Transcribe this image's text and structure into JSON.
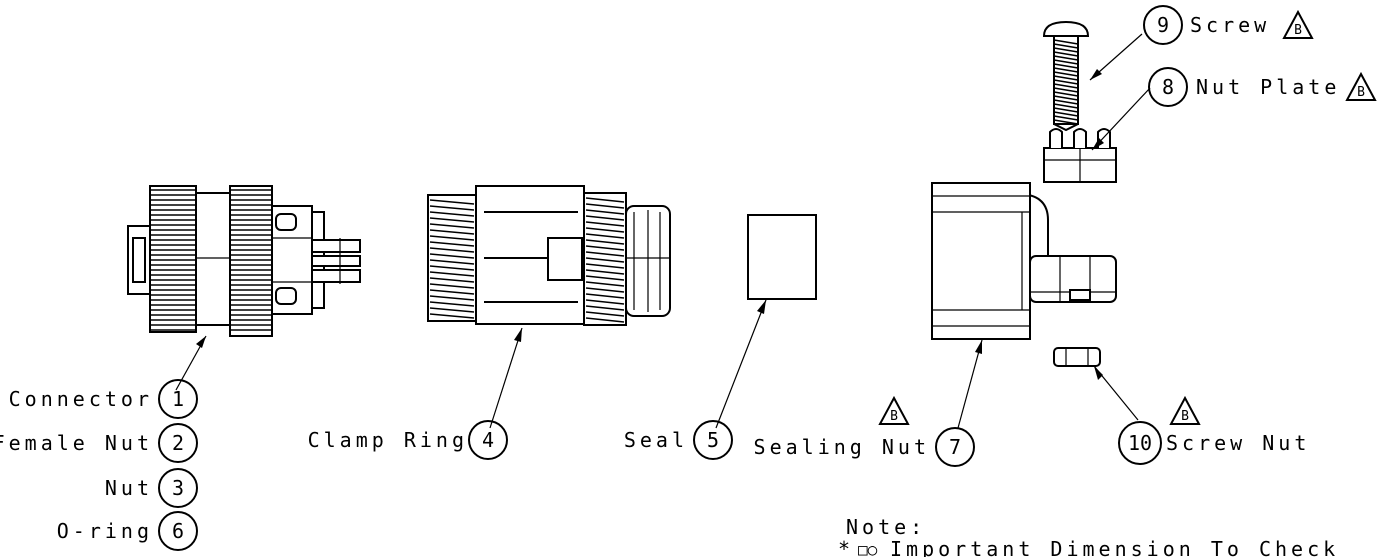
{
  "callouts": {
    "connector": {
      "label": "Connector",
      "number": "1"
    },
    "female_nut": {
      "label": "Female Nut",
      "number": "2"
    },
    "nut": {
      "label": "Nut",
      "number": "3"
    },
    "o_ring": {
      "label": "O-ring",
      "number": "6"
    },
    "clamp_ring": {
      "label": "Clamp Ring",
      "number": "4"
    },
    "seal": {
      "label": "Seal",
      "number": "5"
    },
    "sealing_nut": {
      "label": "Sealing Nut",
      "number": "7",
      "revision": "B"
    },
    "screw_nut": {
      "label": "Screw Nut",
      "number": "10",
      "revision": "B"
    },
    "screw": {
      "label": "Screw",
      "number": "9",
      "revision": "B"
    },
    "nut_plate": {
      "label": "Nut Plate",
      "number": "8",
      "revision": "B"
    }
  },
  "note": {
    "title": "Note:",
    "bullet": "*",
    "symbol": "□○",
    "text": "Important Dimension To Check"
  }
}
